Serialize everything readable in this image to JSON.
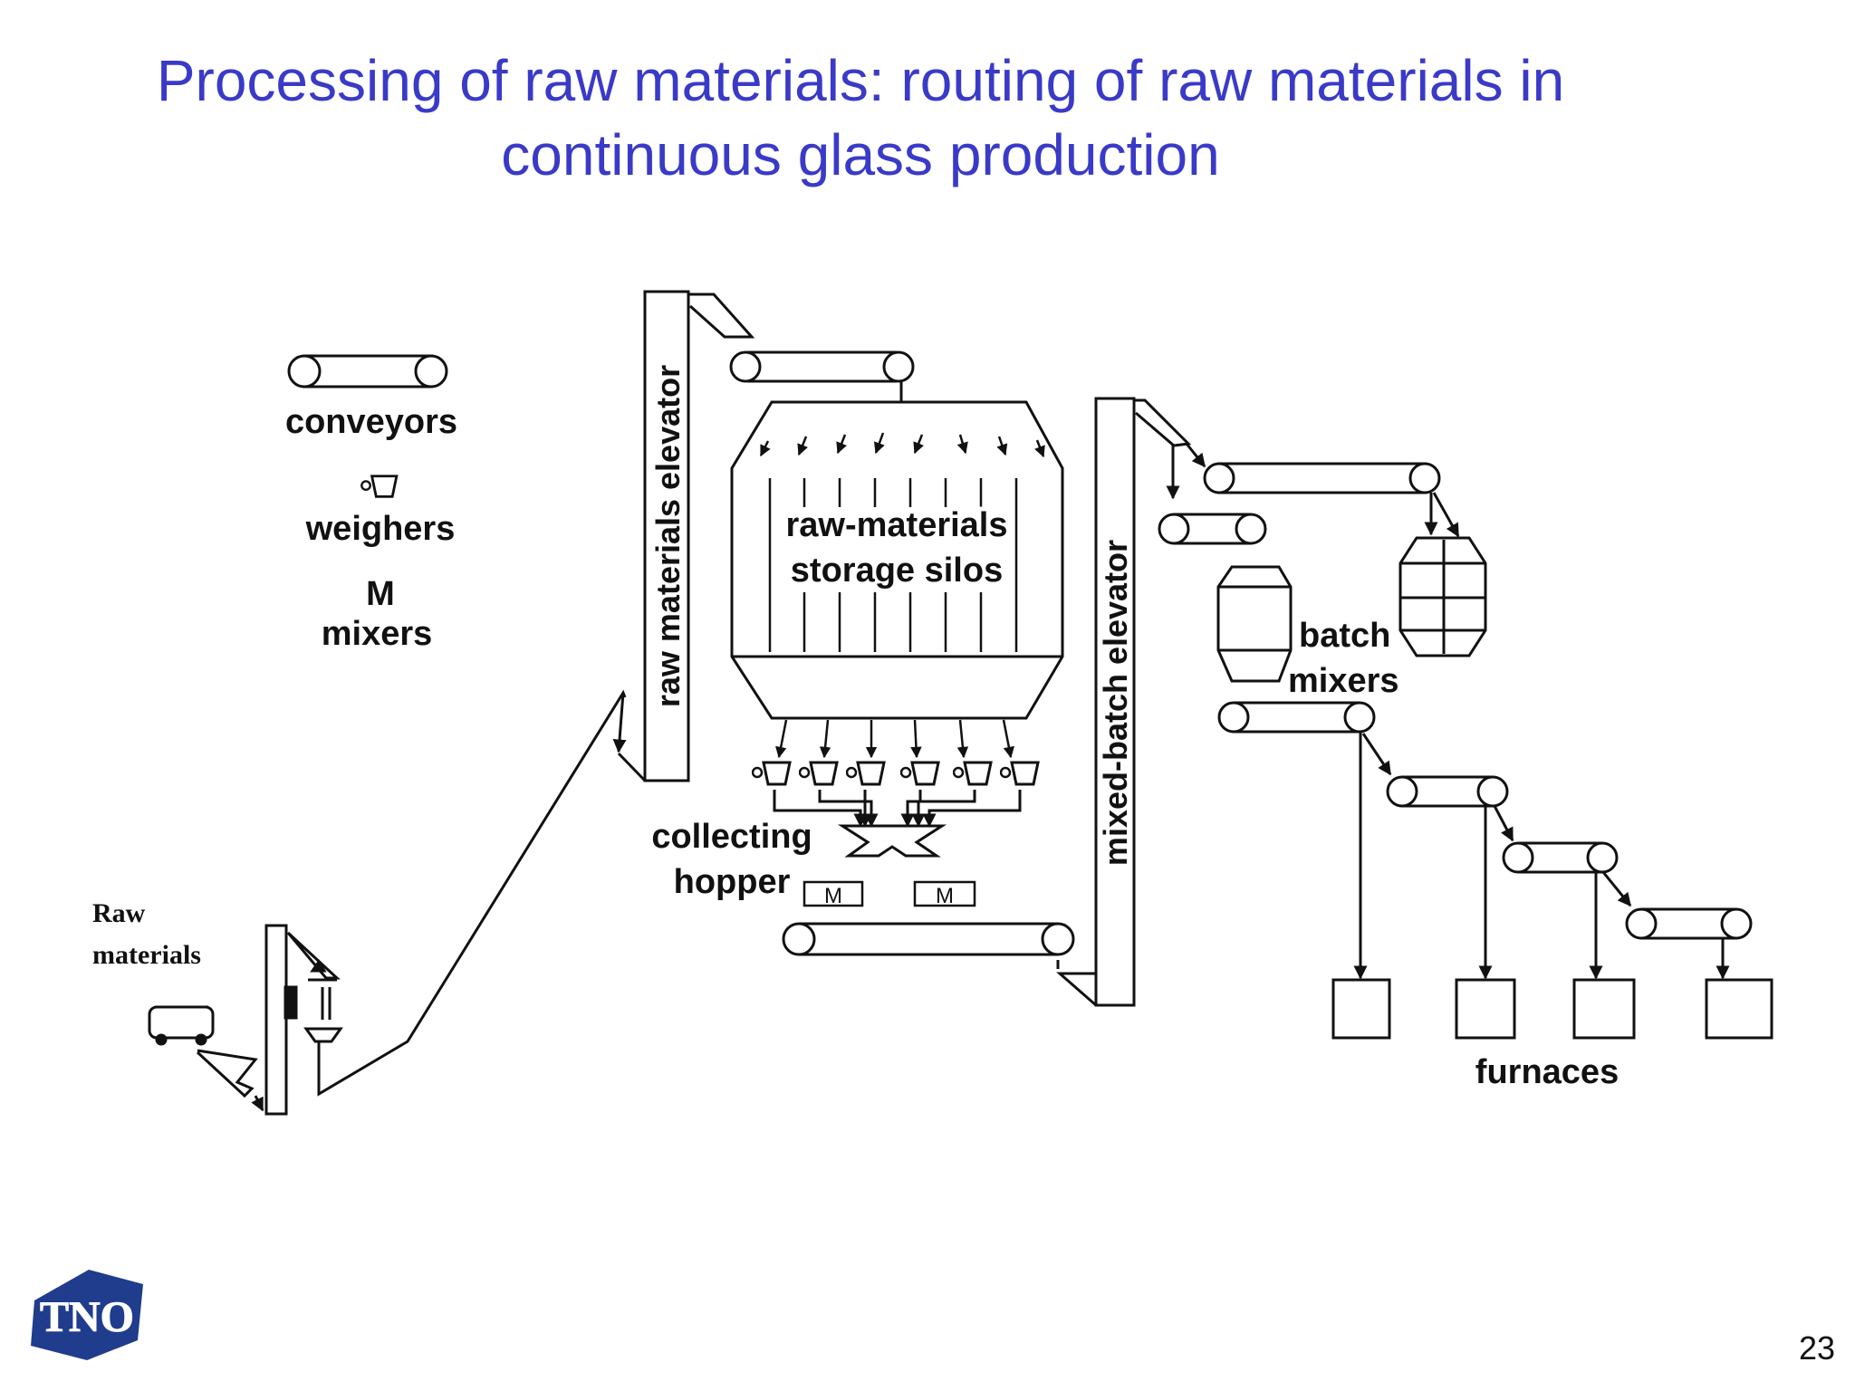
{
  "slide": {
    "title_line1": "Processing of raw materials: routing of raw materials in",
    "title_line2": "continuous glass production",
    "page_number": "23",
    "title_color": "#3a3ac8",
    "logo_color": "#1f3d8c"
  },
  "legend": {
    "conveyors": "conveyors",
    "weighers": "weighers",
    "mixer_symbol": "M",
    "mixers": "mixers"
  },
  "diagram": {
    "raw_materials_line1": "Raw",
    "raw_materials_line2": "materials",
    "raw_materials_elevator": "raw materials elevator",
    "silos_line1": "raw-materials",
    "silos_line2": "storage silos",
    "collecting_line1": "collecting",
    "collecting_line2": "hopper",
    "mixer_box_label": "M",
    "mixed_batch_elevator": "mixed-batch elevator",
    "batch_line1": "batch",
    "batch_line2": "mixers",
    "furnaces": "furnaces",
    "logo_text": "TNO"
  }
}
